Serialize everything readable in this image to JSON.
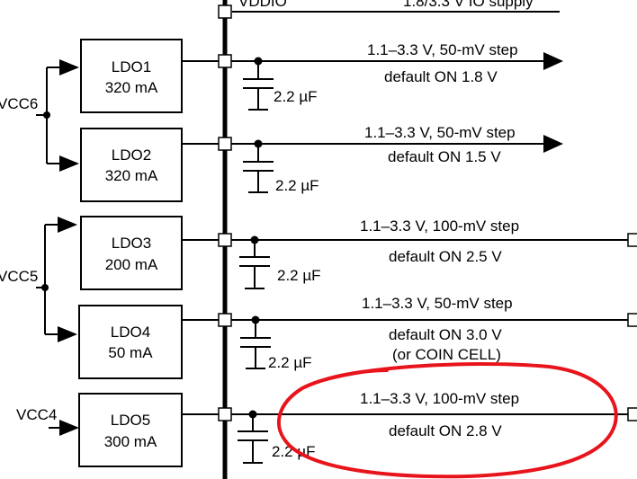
{
  "top": {
    "bus_label": "VDDIO",
    "supply_text": "1.8/3.3 V IO supply"
  },
  "inputs": [
    "VCC6",
    "VCC5",
    "VCC4"
  ],
  "ldos": [
    {
      "name": "LDO1",
      "current": "320 mA",
      "range": "1.1–3.3 V, 50-mV step",
      "default": "default ON 1.8 V",
      "extra": "",
      "cap": "2.2 µF",
      "output": "arrow"
    },
    {
      "name": "LDO2",
      "current": "320 mA",
      "range": "1.1–3.3 V, 50-mV step",
      "default": "default ON 1.5 V",
      "extra": "",
      "cap": "2.2 µF",
      "output": "arrow"
    },
    {
      "name": "LDO3",
      "current": "200 mA",
      "range": "1.1–3.3 V, 100-mV step",
      "default": "default ON 2.5 V",
      "extra": "",
      "cap": "2.2 µF",
      "output": "pin"
    },
    {
      "name": "LDO4",
      "current": "50 mA",
      "range": "1.1–3.3 V, 50-mV step",
      "default": "default ON 3.0 V",
      "extra": "(or COIN CELL)",
      "cap": "2.2 µF",
      "output": "pin"
    },
    {
      "name": "LDO5",
      "current": "300 mA",
      "range": "1.1–3.3 V, 100-mV step",
      "default": "default ON 2.8 V",
      "extra": "",
      "cap": "2.2 µF",
      "output": "pin"
    }
  ],
  "highlight": {
    "target": "LDO5",
    "color": "#e8141c"
  }
}
